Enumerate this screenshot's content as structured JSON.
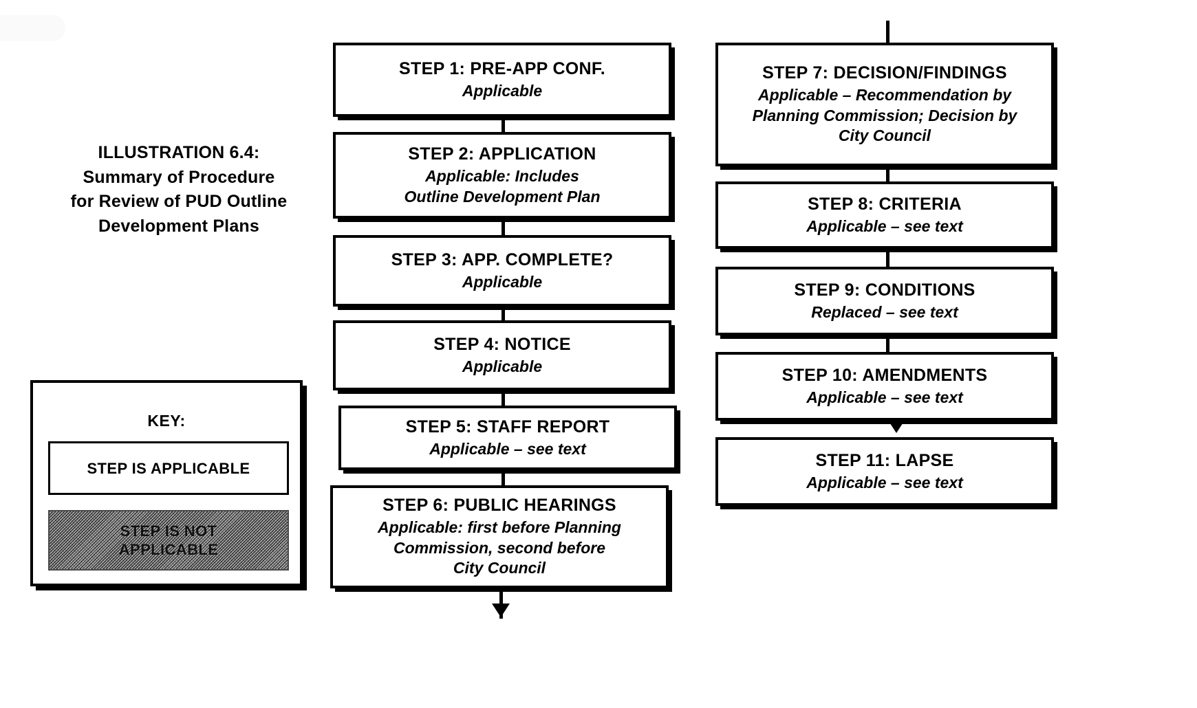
{
  "title": {
    "lines": [
      "ILLUSTRATION 6.4:",
      "Summary of Procedure",
      "for Review of PUD Outline",
      "Development Plans"
    ]
  },
  "key": {
    "heading": "KEY:",
    "applicable_label": "STEP IS APPLICABLE",
    "not_applicable_line1": "STEP IS NOT",
    "not_applicable_line2": "APPLICABLE"
  },
  "colors": {
    "ink": "#000000",
    "page": "#ffffff",
    "not_applicable_fill": "#a9a9a9"
  },
  "flow": {
    "left_column": [
      {
        "title": "STEP 1: PRE-APP CONF.",
        "sub": [
          "Applicable"
        ],
        "status": "applicable"
      },
      {
        "title": "STEP 2: APPLICATION",
        "sub": [
          "Applicable: Includes",
          "Outline Development Plan"
        ],
        "status": "applicable"
      },
      {
        "title": "STEP 3: APP. COMPLETE?",
        "sub": [
          "Applicable"
        ],
        "status": "applicable"
      },
      {
        "title": "STEP 4: NOTICE",
        "sub": [
          "Applicable"
        ],
        "status": "applicable"
      },
      {
        "title": "STEP 5: STAFF REPORT",
        "sub": [
          "Applicable – see text"
        ],
        "status": "applicable"
      },
      {
        "title": "STEP 6: PUBLIC HEARINGS",
        "sub": [
          "Applicable: first before Planning",
          "Commission, second before",
          "City Council"
        ],
        "status": "applicable"
      }
    ],
    "right_column": [
      {
        "title": "STEP 7: DECISION/FINDINGS",
        "sub": [
          "Applicable – Recommendation by",
          "Planning Commission; Decision by",
          "City Council"
        ],
        "status": "applicable"
      },
      {
        "title": "STEP 8: CRITERIA",
        "sub": [
          "Applicable – see text"
        ],
        "status": "applicable"
      },
      {
        "title": "STEP 9: CONDITIONS",
        "sub": [
          "Replaced – see text"
        ],
        "status": "applicable"
      },
      {
        "title": "STEP 10: AMENDMENTS",
        "sub": [
          "Applicable – see text"
        ],
        "status": "applicable"
      },
      {
        "title": "STEP 11: LAPSE",
        "sub": [
          "Applicable – see text"
        ],
        "status": "applicable"
      }
    ]
  }
}
